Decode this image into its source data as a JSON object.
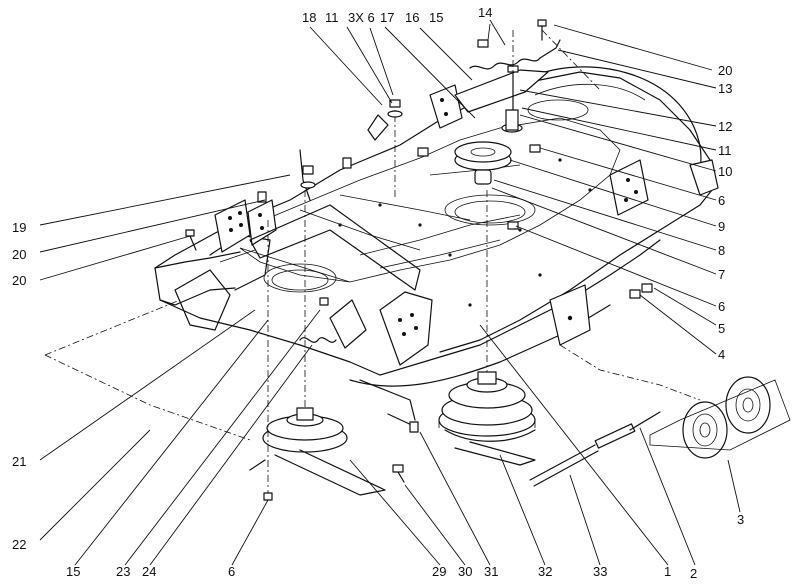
{
  "callouts": [
    {
      "id": "c18",
      "text": "18"
    },
    {
      "id": "c11a",
      "text": "11"
    },
    {
      "id": "c3x6",
      "text": "3X 6"
    },
    {
      "id": "c17",
      "text": "17"
    },
    {
      "id": "c15a",
      "text": "15"
    },
    {
      "id": "c14",
      "text": "14"
    },
    {
      "id": "c16",
      "text": "16"
    },
    {
      "id": "c20a",
      "text": "20"
    },
    {
      "id": "c13",
      "text": "13"
    },
    {
      "id": "c12",
      "text": "12"
    },
    {
      "id": "c11b",
      "text": "11"
    },
    {
      "id": "c10",
      "text": "10"
    },
    {
      "id": "c6a",
      "text": "6"
    },
    {
      "id": "c9",
      "text": "9"
    },
    {
      "id": "c8",
      "text": "8"
    },
    {
      "id": "c7",
      "text": "7"
    },
    {
      "id": "c6b",
      "text": "6"
    },
    {
      "id": "c5",
      "text": "5"
    },
    {
      "id": "c4",
      "text": "4"
    },
    {
      "id": "c19",
      "text": "19"
    },
    {
      "id": "c20b",
      "text": "20"
    },
    {
      "id": "c20c",
      "text": "20"
    },
    {
      "id": "c21",
      "text": "21"
    },
    {
      "id": "c22",
      "text": "22"
    },
    {
      "id": "c3",
      "text": "3"
    },
    {
      "id": "c15b",
      "text": "15"
    },
    {
      "id": "c23",
      "text": "23"
    },
    {
      "id": "c24",
      "text": "24"
    },
    {
      "id": "c6c",
      "text": "6"
    },
    {
      "id": "c29",
      "text": "29"
    },
    {
      "id": "c30",
      "text": "30"
    },
    {
      "id": "c31",
      "text": "31"
    },
    {
      "id": "c32",
      "text": "32"
    },
    {
      "id": "c33",
      "text": "33"
    },
    {
      "id": "c1",
      "text": "1"
    },
    {
      "id": "c2",
      "text": "2"
    }
  ]
}
